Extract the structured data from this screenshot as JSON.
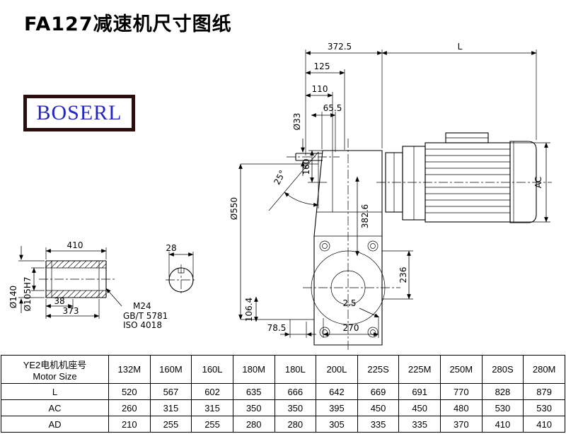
{
  "page": {
    "title": "FA127减速机尺寸图纸",
    "logo": "BOSERL"
  },
  "drawing": {
    "dims": {
      "d372_5": "372.5",
      "L": "L",
      "d125": "125",
      "d110": "110",
      "d65_5": "65.5",
      "dia33": "Ø33",
      "d160": "160",
      "a25": "25°",
      "dia550": "Ø550",
      "d382_6": "382.6",
      "AC": "AC",
      "d236": "236",
      "d2_5": "2.5",
      "d78_5": "78.5",
      "d270": "270",
      "d106_4": "106.4",
      "d410": "410",
      "d38": "38",
      "d373": "373",
      "dia140": "Ø140",
      "dia105": "Ø105H7",
      "d28": "28",
      "note_m24": "M24",
      "note_gbt": "GB/T 5781",
      "note_iso": "ISO 4018"
    }
  },
  "table": {
    "header_cn": "YE2电机机座号",
    "header_en": "Motor Size",
    "columns": [
      "132M",
      "160M",
      "160L",
      "180M",
      "180L",
      "200L",
      "225S",
      "225M",
      "250M",
      "280S",
      "280M"
    ],
    "rows": [
      {
        "label": "L",
        "values": [
          "520",
          "567",
          "602",
          "635",
          "666",
          "642",
          "669",
          "691",
          "770",
          "828",
          "879"
        ]
      },
      {
        "label": "AC",
        "values": [
          "260",
          "315",
          "315",
          "350",
          "350",
          "395",
          "450",
          "450",
          "480",
          "530",
          "530"
        ]
      },
      {
        "label": "AD",
        "values": [
          "210",
          "255",
          "255",
          "280",
          "280",
          "305",
          "335",
          "335",
          "370",
          "410",
          "410"
        ]
      }
    ]
  }
}
